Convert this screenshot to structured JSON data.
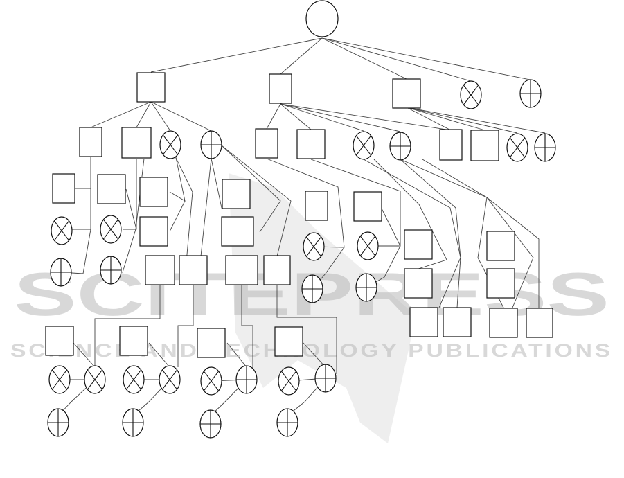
{
  "watermark": {
    "name": "SCITEPRESS",
    "tagline": "SCIENCE AND TECHNOLOGY PUBLICATIONS"
  },
  "node_kinds": [
    "circle",
    "box",
    "xor",
    "or"
  ]
}
